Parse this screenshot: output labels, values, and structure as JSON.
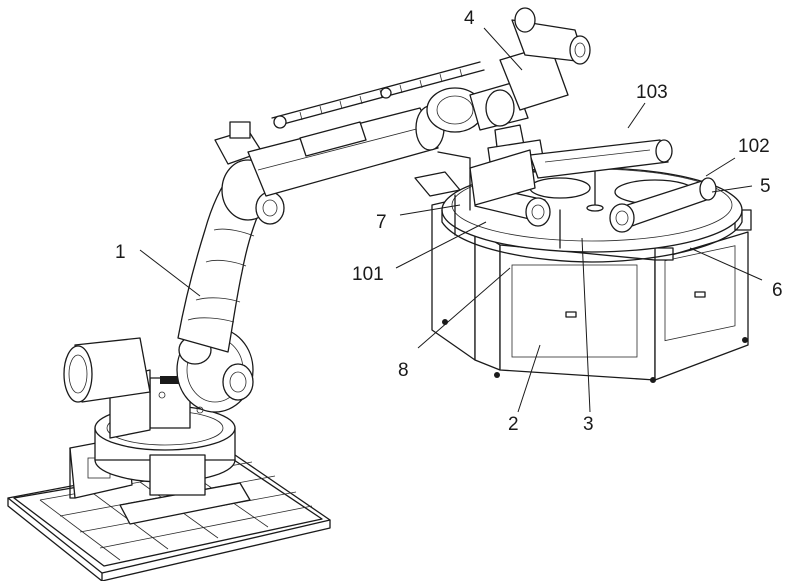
{
  "labels": {
    "l1": "1",
    "l2": "2",
    "l3": "3",
    "l4": "4",
    "l5": "5",
    "l6": "6",
    "l7": "7",
    "l8": "8",
    "l101": "101",
    "l102": "102",
    "l103": "103"
  }
}
